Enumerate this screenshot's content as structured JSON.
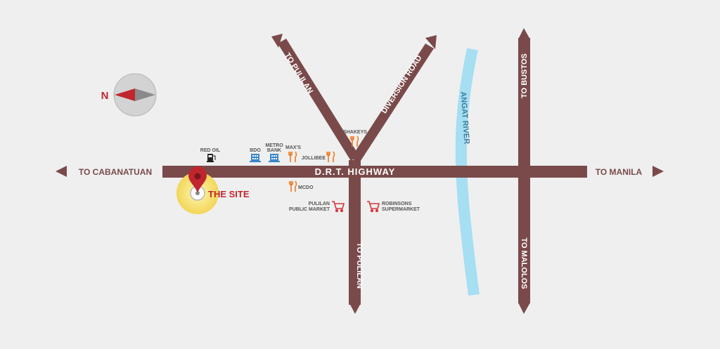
{
  "colors": {
    "background": "#efefef",
    "road": "#7a4a4a",
    "river": "#a6def2",
    "river_label": "#3b7fa0",
    "site": "#c0262d",
    "site_glow": "#f6e27a",
    "restaurant_icon": "#f07a22",
    "bank_icon": "#3a86c8",
    "market_icon": "#d8343b"
  },
  "compass": {
    "label": "N",
    "icon": "compass-icon"
  },
  "roads": {
    "highway": "D.R.T. HIGHWAY",
    "to_cabanatuan": "TO CABANATUAN",
    "to_manila": "TO MANILA",
    "to_pulilan_north": "TO PULILAN",
    "diversion_road": "DIVERSION ROAD",
    "to_pulilan_south": "TO PULILAN",
    "to_bustos": "TO BUSTOS",
    "to_malolos": "TO MALOLOS"
  },
  "river": {
    "label": "ANGAT RIVER"
  },
  "site": {
    "label": "THE SITE",
    "icon": "location-pin-icon"
  },
  "pois": {
    "red_oil": {
      "label": "RED OIL",
      "icon": "fuel-pump-icon"
    },
    "bdo": {
      "label": "BDO",
      "icon": "bank-icon"
    },
    "metrobank": {
      "label_line1": "METRO",
      "label_line2": "BANK",
      "icon": "bank-icon"
    },
    "maxs": {
      "label": "MAX'S",
      "icon": "restaurant-icon"
    },
    "jollibee": {
      "label": "JOLLIBEE",
      "icon": "restaurant-icon"
    },
    "shakeys": {
      "label": "SHAKEYS",
      "icon": "restaurant-icon"
    },
    "mcdo": {
      "label": "MCDO",
      "icon": "restaurant-icon"
    },
    "pulilan_market": {
      "label_line1": "PULILAN",
      "label_line2": "PUBLIC MARKET",
      "icon": "shopping-cart-icon"
    },
    "robinsons": {
      "label_line1": "ROBINSONS",
      "label_line2": "SUPERMARKET",
      "icon": "shopping-cart-icon"
    }
  }
}
